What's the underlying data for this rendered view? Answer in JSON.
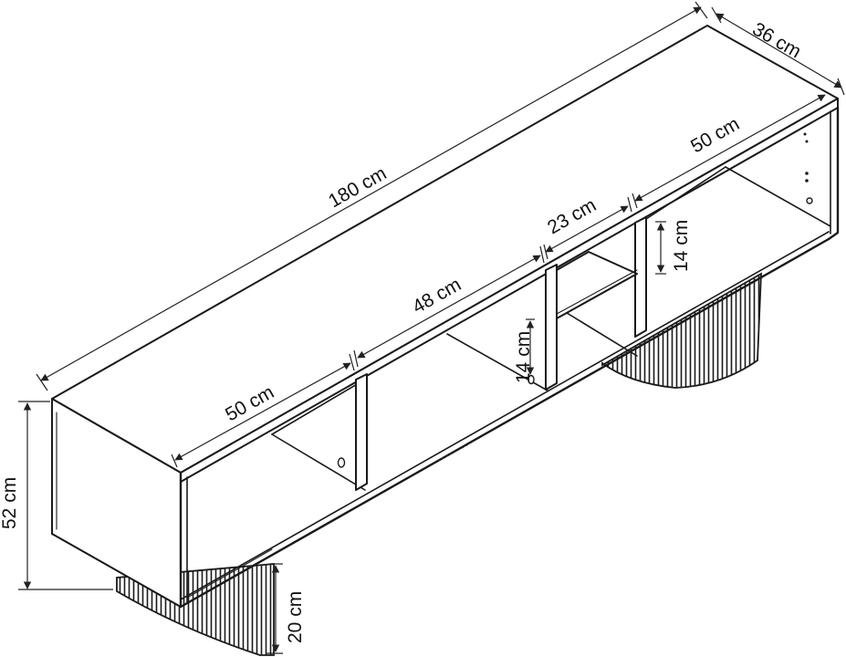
{
  "dimensions": {
    "total_width": "180 cm",
    "depth": "36 cm",
    "height": "52 cm",
    "leg_height": "20 cm",
    "left_section": "50 cm",
    "middle_section": "48 cm",
    "small_section": "23 cm",
    "right_section": "50 cm",
    "shelf_height_middle": "14 cm",
    "shelf_height_right": "14 cm"
  },
  "colors": {
    "line": "#1a1a1a",
    "background": "#ffffff"
  }
}
